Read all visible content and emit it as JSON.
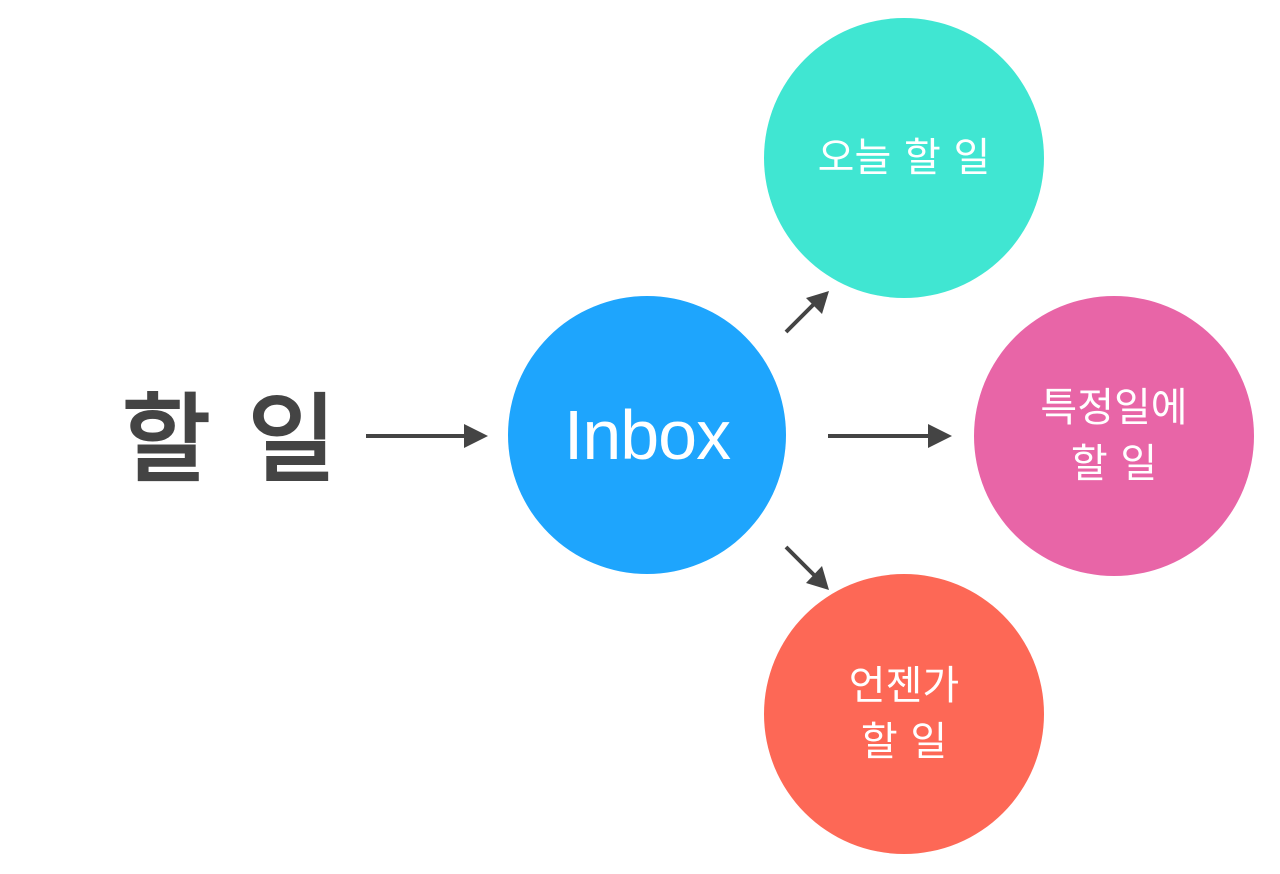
{
  "source": {
    "label": "할 일"
  },
  "inbox": {
    "label": "Inbox",
    "color": "#1EA5FD"
  },
  "today": {
    "label": "오늘 할 일",
    "color": "#40E6D2"
  },
  "specific": {
    "label_line1": "특정일에",
    "label_line2": "할 일",
    "color": "#E865A7"
  },
  "someday": {
    "label_line1": "언젠가",
    "label_line2": "할 일",
    "color": "#FD6856"
  },
  "arrow_color": "#444444"
}
